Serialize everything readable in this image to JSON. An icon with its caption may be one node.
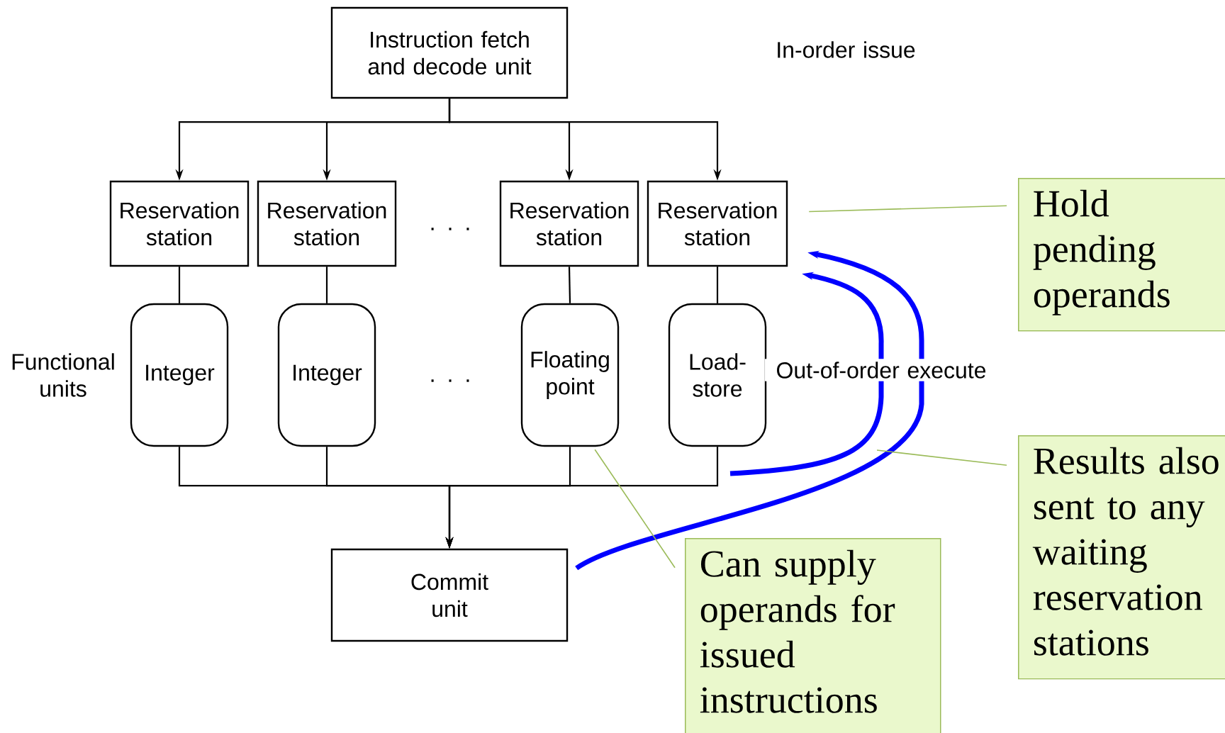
{
  "diagram": {
    "nodes": [
      {
        "text": [
          "Instruction fetch and decode unit"
        ]
      },
      {
        "text": [
          "Reservation station"
        ]
      },
      {
        "text": [
          "Reservation station"
        ]
      },
      {
        "text": [
          "Reservation station"
        ]
      },
      {
        "text": [
          "Reservation station"
        ]
      },
      {
        "text": [
          "Integer"
        ]
      },
      {
        "text": [
          "Integer"
        ]
      },
      {
        "text": [
          "Floating point"
        ]
      },
      {
        "text": [
          "Load-store"
        ]
      },
      {
        "text": [
          "Commit unit"
        ]
      },
      {
        "text": [
          "Hold pending operands"
        ]
      },
      {
        "text": [
          "Results also sent to any waiting reservation stations"
        ]
      },
      {
        "text": [
          "Can supply operands for issued instructions"
        ]
      }
    ],
    "edges": [
      {
        "from": 0,
        "to": 1,
        "arrow": "to"
      },
      {
        "from": 0,
        "to": 2,
        "arrow": "to"
      },
      {
        "from": 0,
        "to": 3,
        "arrow": "to"
      },
      {
        "from": 0,
        "to": 4,
        "arrow": "to"
      },
      {
        "from": 1,
        "to": 5,
        "arrow": "none"
      },
      {
        "from": 2,
        "to": 6,
        "arrow": "none"
      },
      {
        "from": 3,
        "to": 7,
        "arrow": "none"
      },
      {
        "from": 4,
        "to": 8,
        "arrow": "none"
      },
      {
        "from": 5,
        "to": 9,
        "arrow": "to"
      },
      {
        "from": 6,
        "to": 9,
        "arrow": "to"
      },
      {
        "from": 7,
        "to": 9,
        "arrow": "to"
      },
      {
        "from": 8,
        "to": 9,
        "arrow": "to"
      },
      {
        "from": null,
        "to": 4,
        "arrow": "to",
        "style": "thick",
        "color": "#0000ff"
      },
      {
        "from": 9,
        "to": 4,
        "arrow": "to",
        "style": "thick",
        "color": "#0000ff"
      },
      {
        "from": 10,
        "to": 4,
        "arrow": "none",
        "color": "#9bbb59"
      },
      {
        "from": 11,
        "to": null,
        "arrow": "none",
        "color": "#9bbb59"
      },
      {
        "from": 12,
        "to": 7,
        "arrow": "none",
        "color": "#9bbb59"
      }
    ],
    "labels": [
      "In-order issue",
      ". . .",
      "Functional units",
      ". . .",
      "Out-of-order execute"
    ]
  }
}
